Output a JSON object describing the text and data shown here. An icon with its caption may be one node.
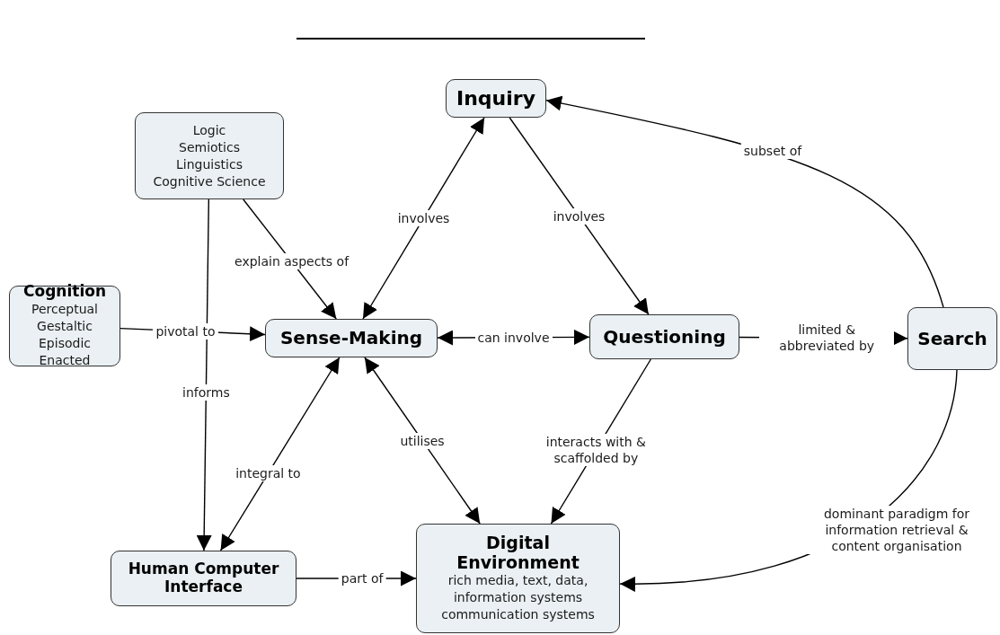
{
  "diagram": {
    "nodes": [
      {
        "text": [
          "Inquiry"
        ]
      },
      {
        "text": [
          "Logic",
          "Semiotics",
          "Linguistics",
          "Cognitive Science"
        ]
      },
      {
        "text": [
          "Cognition",
          "Perceptual",
          "Gestaltic",
          "Episodic",
          "Enacted"
        ]
      },
      {
        "text": [
          "Sense-Making"
        ]
      },
      {
        "text": [
          "Questioning"
        ]
      },
      {
        "text": [
          "Search"
        ]
      },
      {
        "text": [
          "Human Computer Interface"
        ]
      },
      {
        "text": [
          "Digital Environment",
          "rich media, text, data,",
          "information systems",
          "communication systems"
        ]
      }
    ],
    "edges": [
      {
        "from": 3,
        "to": 0,
        "arrow": "both",
        "label": "involves"
      },
      {
        "from": 0,
        "to": 4,
        "arrow": "to",
        "label": "involves"
      },
      {
        "from": 1,
        "to": 3,
        "arrow": "to",
        "label": "explain aspects of"
      },
      {
        "from": 2,
        "to": 3,
        "arrow": "to",
        "label": "pivotal to"
      },
      {
        "from": 3,
        "to": 4,
        "arrow": "both",
        "label": "can involve"
      },
      {
        "from": 4,
        "to": 5,
        "arrow": "to",
        "label": "limited & abbreviated by"
      },
      {
        "from": 5,
        "to": 0,
        "arrow": "to",
        "label": "subset of"
      },
      {
        "from": 1,
        "to": 6,
        "arrow": "to",
        "label": "informs"
      },
      {
        "from": 3,
        "to": 6,
        "arrow": "both",
        "label": "integral to"
      },
      {
        "from": 3,
        "to": 7,
        "arrow": "both",
        "label": "utilises"
      },
      {
        "from": 4,
        "to": 7,
        "arrow": "to",
        "label": "interacts with & scaffolded by"
      },
      {
        "from": 6,
        "to": 7,
        "arrow": "to",
        "label": "part of"
      },
      {
        "from": 5,
        "to": 7,
        "arrow": "to",
        "label": "dominant paradigm for information retrieval & content organisation"
      }
    ]
  }
}
